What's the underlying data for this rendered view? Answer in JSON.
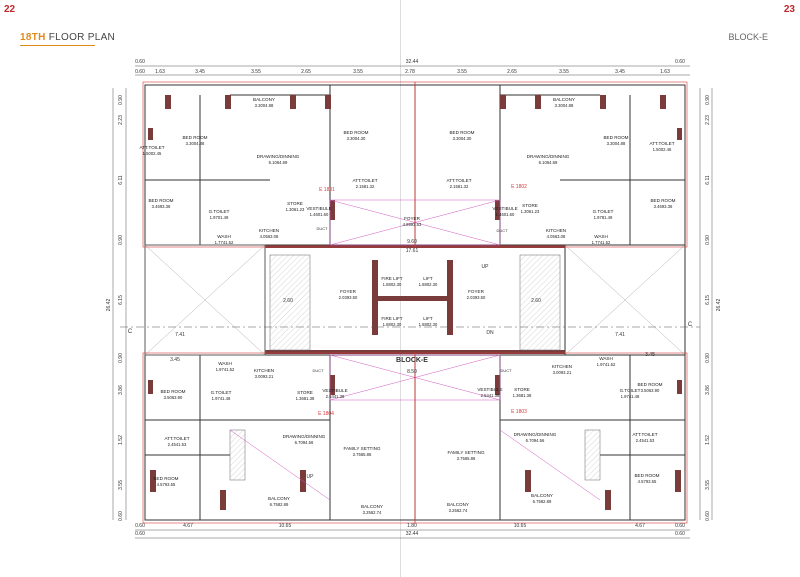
{
  "header": {
    "page_left": "22",
    "page_right": "23",
    "title_prefix": "18TH",
    "title_rest": " FLOOR PLAN",
    "block": "BLOCK-E"
  },
  "dims": {
    "top_total": "32.44",
    "top_right_small": "0.60",
    "top_left_small1": "0.60",
    "top_left_small2": "0.60",
    "top_row": [
      "1.63",
      "3.45",
      "3.55",
      "2.65",
      "3.55",
      "2.78",
      "3.55",
      "2.65",
      "3.55",
      "3.45",
      "1.63"
    ],
    "bottom_total": "32.44",
    "bottom_left_small": "0.60",
    "bottom_right_small": "0.60",
    "bottom_row": [
      "0.60",
      "4.67",
      "10.65",
      "1.80",
      "10.65",
      "4.67",
      "0.60"
    ],
    "left_col": [
      "0.90",
      "2.23",
      "6.11",
      "0.90",
      "6.15",
      "0.90",
      "3.86",
      "1.52",
      "3.55",
      "0.60"
    ],
    "right_col": [
      "0.90",
      "2.23",
      "6.11",
      "0.90",
      "6.15",
      "0.90",
      "3.86",
      "1.52",
      "3.55",
      "0.60"
    ],
    "left_total": "26.42",
    "right_total": "26.42",
    "center": [
      "17.61",
      "9.60",
      "7.41",
      "7.41",
      "8.50",
      "2.60",
      "2.60",
      "3.45",
      "3.45"
    ]
  },
  "rooms": [
    {
      "n": "BALCONY",
      "a": "3.3004.88"
    },
    {
      "n": "BALCONY",
      "a": "3.3004.88"
    },
    {
      "n": "BED ROOM",
      "a": "3.3004.88"
    },
    {
      "n": "BED ROOM",
      "a": "3.3004.30"
    },
    {
      "n": "BED ROOM",
      "a": "3.3004.30"
    },
    {
      "n": "BED ROOM",
      "a": "3.3004.88"
    },
    {
      "n": "ATT.TOILET",
      "a": "1.5002.45"
    },
    {
      "n": "ATT.TOILET",
      "a": "1.5002.45"
    },
    {
      "n": "DRAWING/DINNING",
      "a": "6.1064.69"
    },
    {
      "n": "DRAWING/DINNING",
      "a": "6.1064.69"
    },
    {
      "n": "ATT.TOILET",
      "a": "2.1581.32"
    },
    {
      "n": "ATT.TOILET",
      "a": "2.1581.32"
    },
    {
      "n": "BED ROOM",
      "a": "3.4693.36"
    },
    {
      "n": "BED ROOM",
      "a": "3.4693.36"
    },
    {
      "n": "G.TOILET",
      "a": "1.9701.49"
    },
    {
      "n": "G.TOILET",
      "a": "1.9781.49"
    },
    {
      "n": "STORE",
      "a": "1.3061.23"
    },
    {
      "n": "STORE",
      "a": "1.3061.23"
    },
    {
      "n": "VESTIBULE",
      "a": "1.4601.60"
    },
    {
      "n": "VESTIBULE",
      "a": "1.4601.60"
    },
    {
      "n": "KITCHEN",
      "a": "4.0563.08"
    },
    {
      "n": "KITCHEN",
      "a": "4.0563.08"
    },
    {
      "n": "WASH",
      "a": "1.7741.52"
    },
    {
      "n": "WASH",
      "a": "1.7741.52"
    },
    {
      "n": "FOYER",
      "a": "4.8993.53"
    },
    {
      "n": "FIRE LIFT",
      "a": "1.8802.30"
    },
    {
      "n": "LIFT",
      "a": "1.8802.30"
    },
    {
      "n": "FIRE LIFT",
      "a": "1.8802.30"
    },
    {
      "n": "LIFT",
      "a": "1.8802.30"
    },
    {
      "n": "FOYER",
      "a": "2.0393.50"
    },
    {
      "n": "FOYER",
      "a": "2.0393.50"
    },
    {
      "n": "WASH",
      "a": "1.9741.52"
    },
    {
      "n": "WASH",
      "a": "1.9741.52"
    },
    {
      "n": "KITCHEN",
      "a": "3.0093.21"
    },
    {
      "n": "KITCHEN",
      "a": "3.0093.21"
    },
    {
      "n": "BED ROOM",
      "a": "3.5063.90"
    },
    {
      "n": "BED ROOM",
      "a": "3.5063.90"
    },
    {
      "n": "G.TOILET",
      "a": "1.9741.48"
    },
    {
      "n": "G.TOILET",
      "a": "1.9741.48"
    },
    {
      "n": "STORE",
      "a": "1.3681.38"
    },
    {
      "n": "STORE",
      "a": "1.3681.38"
    },
    {
      "n": "VESTIBULE",
      "a": "2.5441.38"
    },
    {
      "n": "VESTIBULE",
      "a": "2.5441.38"
    },
    {
      "n": "ATT.TOILET",
      "a": "2.4541.53"
    },
    {
      "n": "ATT.TOILET",
      "a": "2.4541.53"
    },
    {
      "n": "DRAWING/DINNING",
      "a": "6.7094.56"
    },
    {
      "n": "DRAWING/DINNING",
      "a": "6.7094.56"
    },
    {
      "n": "FAMILY SETTING",
      "a": "3.7565.86"
    },
    {
      "n": "FAMILY SETTING",
      "a": "3.7565.86"
    },
    {
      "n": "BED ROOM",
      "a": "4.5793.55"
    },
    {
      "n": "BED ROOM",
      "a": "4.5793.55"
    },
    {
      "n": "BALCONY",
      "a": "6.7582.89"
    },
    {
      "n": "BALCONY",
      "a": "6.7582.89"
    },
    {
      "n": "BALCONY",
      "a": "3.2562.74"
    },
    {
      "n": "BALCONY",
      "a": "3.2562.74"
    }
  ],
  "labels": {
    "block_e": "BLOCK-E",
    "e1801": "E 1801",
    "e1802": "E 1802",
    "e1803": "E 1803",
    "e1804": "E 1804",
    "up": "UP",
    "dn": "DN",
    "duct": "DUCT",
    "c": "C"
  }
}
